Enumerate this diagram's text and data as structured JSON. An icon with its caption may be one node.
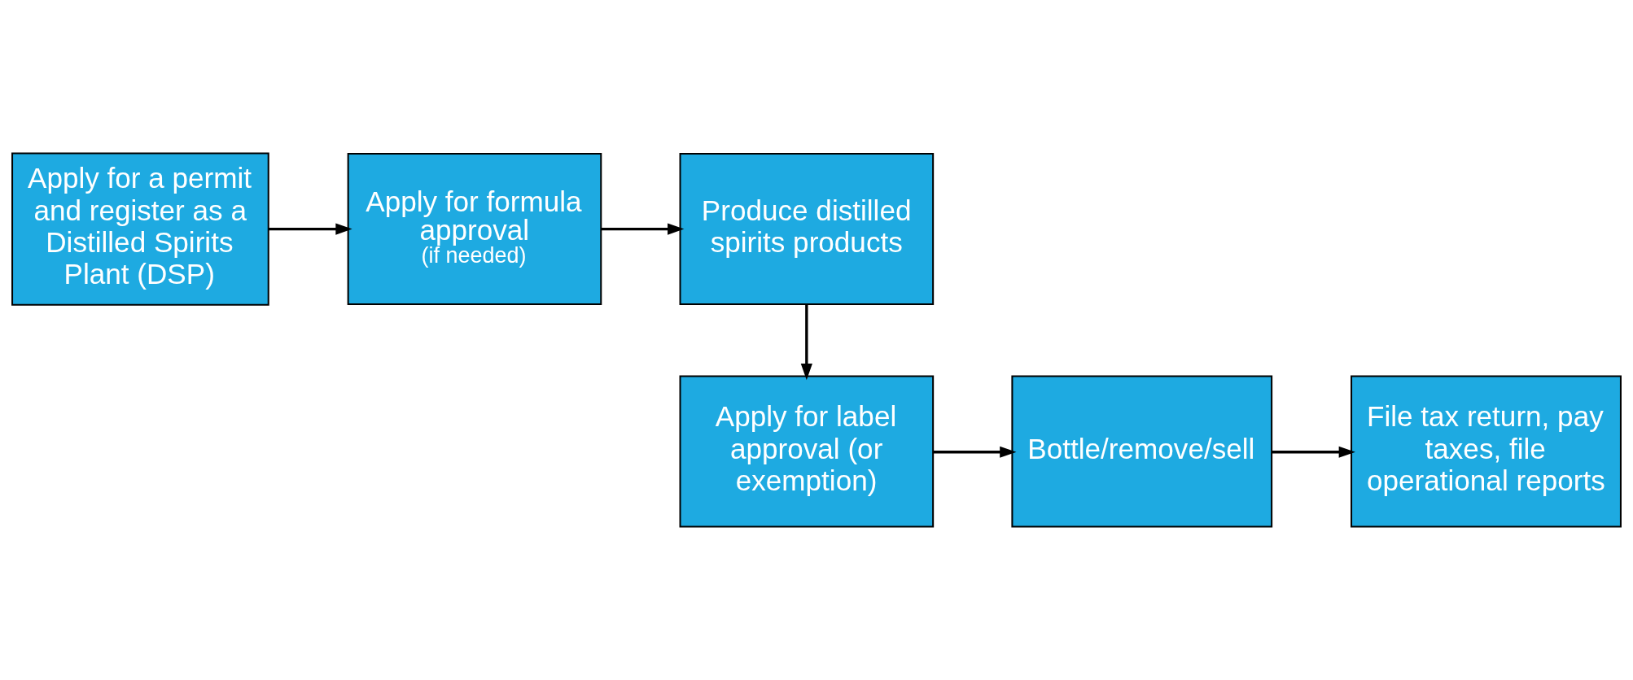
{
  "diagram": {
    "nodes": [
      {
        "text": [
          "Apply for a permit and register as a Distilled Spirits Plant (DSP)"
        ]
      },
      {
        "text": [
          "Apply for formula approval",
          "(if needed)"
        ]
      },
      {
        "text": [
          "Produce distilled spirits products"
        ]
      },
      {
        "text": [
          "Apply for label approval (or exemption)"
        ]
      },
      {
        "text": [
          "Bottle/remove/sell"
        ]
      },
      {
        "text": [
          "File tax return, pay taxes, file operational reports"
        ]
      }
    ],
    "edges": [
      {
        "from": 0,
        "to": 1,
        "arrow": "to"
      },
      {
        "from": 1,
        "to": 2,
        "arrow": "to"
      },
      {
        "from": 2,
        "to": 3,
        "arrow": "to"
      },
      {
        "from": 3,
        "to": 4,
        "arrow": "to"
      },
      {
        "from": 4,
        "to": 5,
        "arrow": "to"
      }
    ]
  }
}
